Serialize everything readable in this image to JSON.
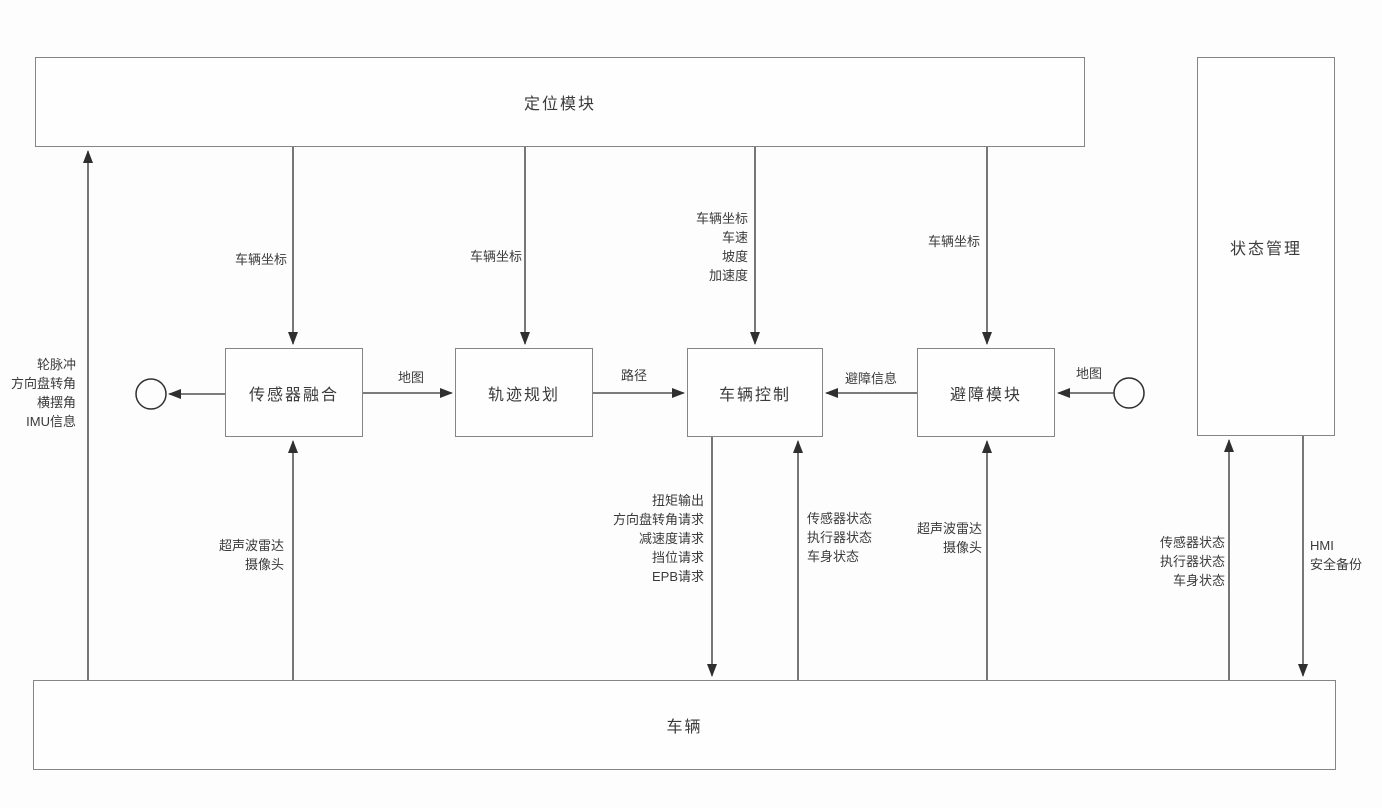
{
  "boxes": {
    "localization": {
      "label": "定位模块"
    },
    "state_management": {
      "label": "状态管理"
    },
    "sensor_fusion": {
      "label": "传感器融合"
    },
    "trajectory_planning": {
      "label": "轨迹规划"
    },
    "vehicle_control": {
      "label": "车辆控制"
    },
    "obstacle_avoidance": {
      "label": "避障模块"
    },
    "vehicle": {
      "label": "车辆"
    }
  },
  "edge_labels": {
    "loc_to_fusion": "车辆坐标",
    "loc_to_trajectory": "车辆坐标",
    "loc_to_control": "车辆坐标\n车速\n坡度\n加速度",
    "loc_to_avoidance": "车辆坐标",
    "vehicle_to_localization": "轮脉冲\n方向盘转角\n横摆角\nIMU信息",
    "fusion_to_trajectory": "地图",
    "trajectory_to_control": "路径",
    "avoidance_to_control": "避障信息",
    "terminal_to_avoidance": "地图",
    "vehicle_to_fusion": "超声波雷达\n摄像头",
    "control_to_vehicle": "扭矩输出\n方向盘转角请求\n减速度请求\n挡位请求\nEPB请求",
    "vehicle_to_control": "传感器状态\n执行器状态\n车身状态",
    "vehicle_to_avoidance": "超声波雷达\n摄像头",
    "vehicle_to_state": "传感器状态\n执行器状态\n车身状态",
    "state_to_vehicle": "HMI\n安全备份"
  },
  "colors": {
    "line": "#2f2f2f",
    "box_border": "#858585",
    "text": "#3b3b3b",
    "background": "#fdfdfd"
  }
}
